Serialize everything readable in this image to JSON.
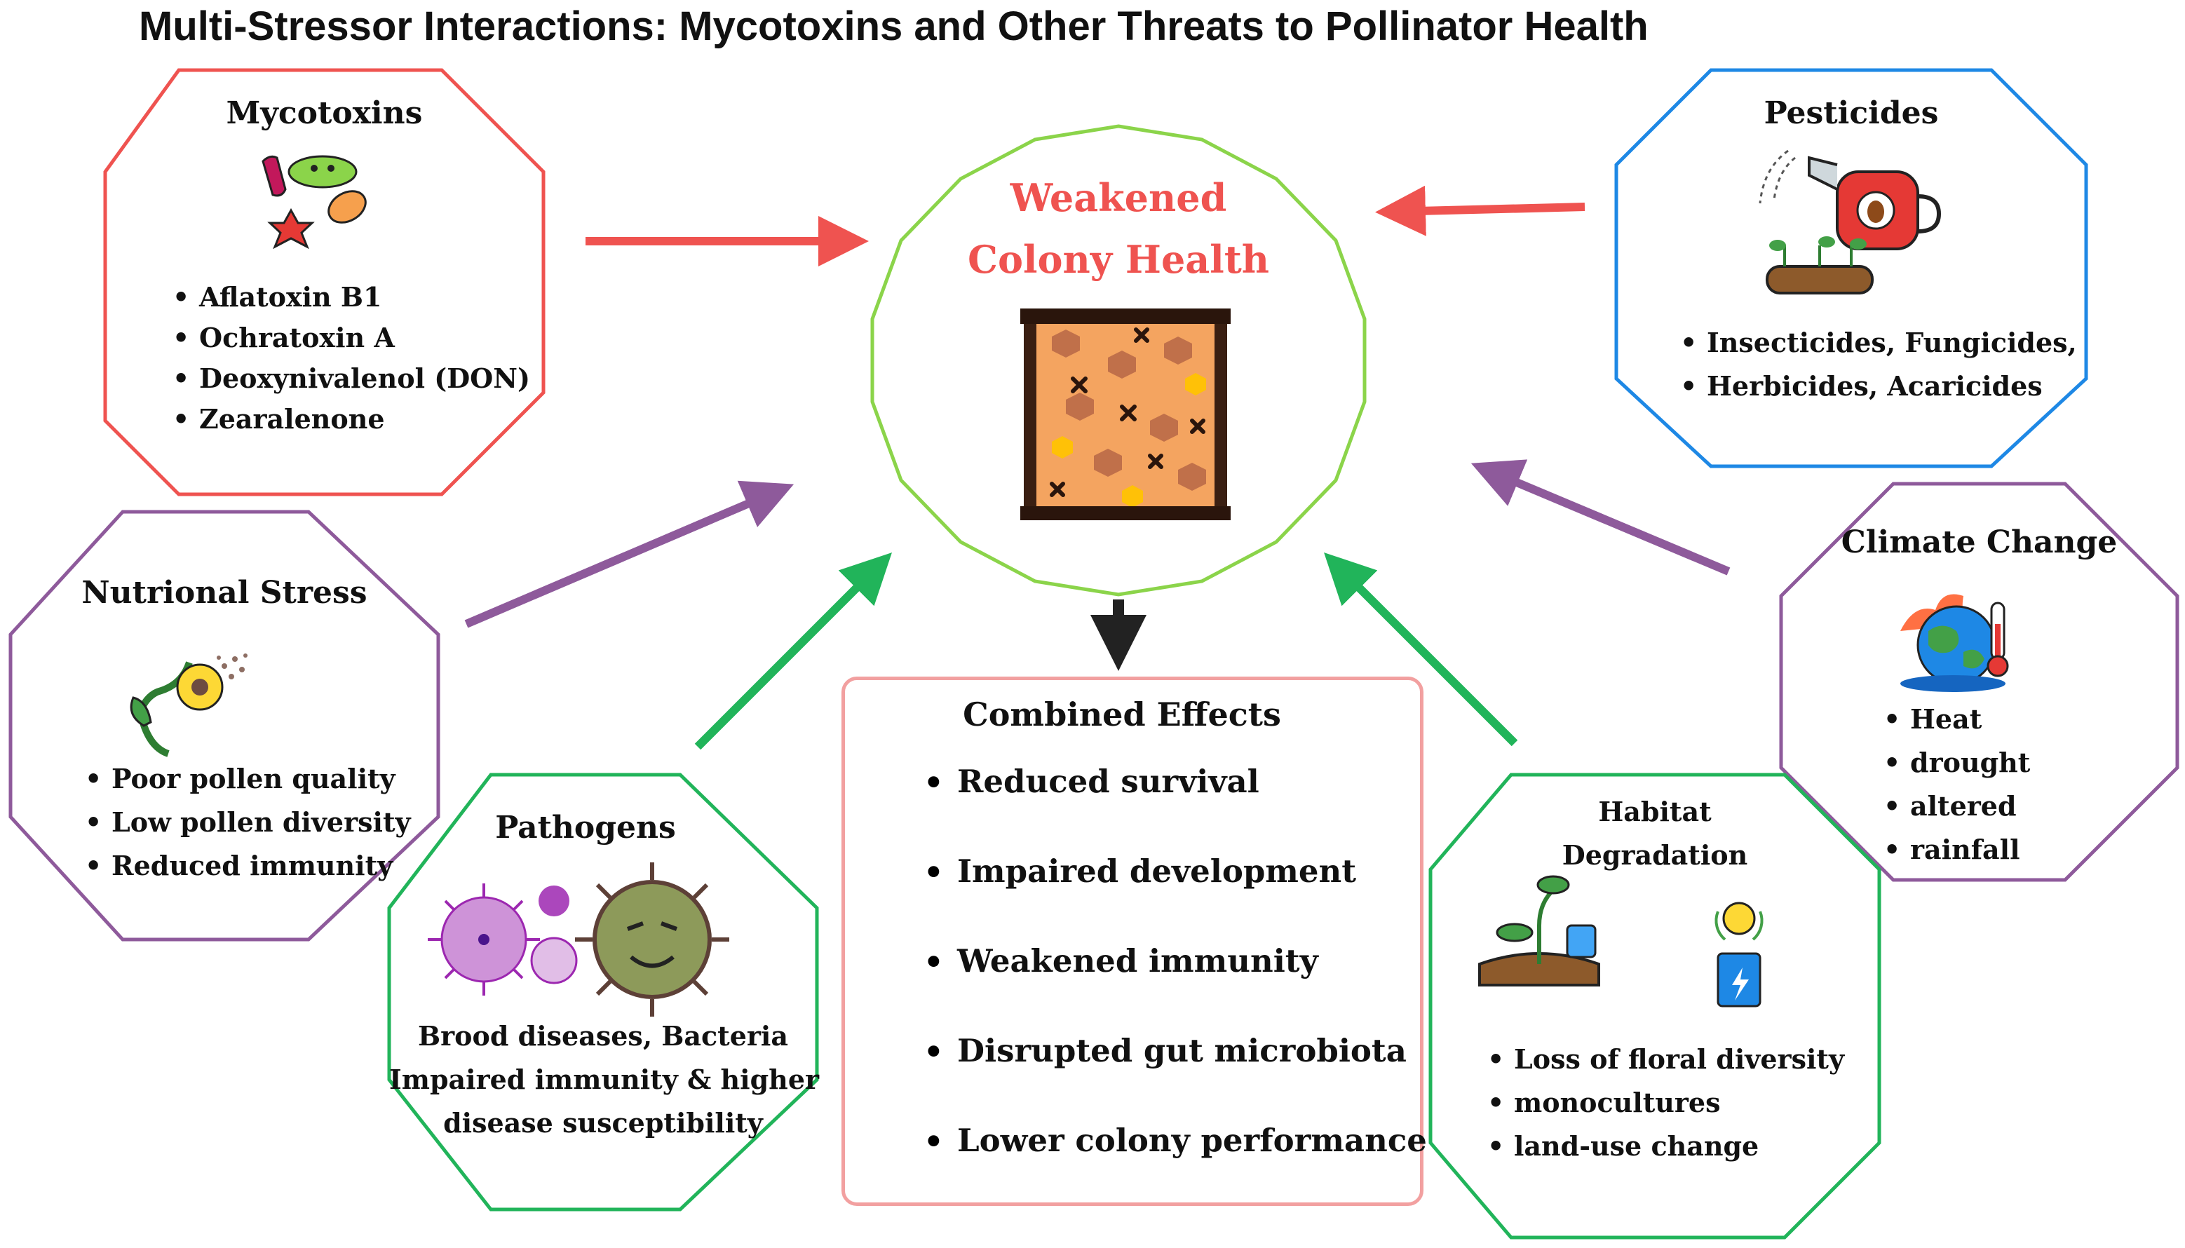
{
  "title": "Multi-Stressor Interactions: Mycotoxins and Other Threats to Pollinator Health",
  "center": {
    "line1": "Weakened",
    "line2": "Colony Health"
  },
  "mycotoxins": {
    "title": "Mycotoxins",
    "items": [
      "Aflatoxin B1",
      "Ochratoxin A",
      "Deoxynivalenol (DON)",
      "Zearalenone"
    ]
  },
  "pesticides": {
    "title": "Pesticides",
    "items": [
      "Insecticides, Fungicides,",
      "Herbicides, Acaricides"
    ]
  },
  "nutrition": {
    "title": "Nutrional Stress",
    "items": [
      "Poor pollen quality",
      "Low pollen diversity",
      "Reduced immunity"
    ]
  },
  "climate": {
    "title": "Climate Change",
    "items": [
      "Heat",
      "drought",
      "altered",
      "rainfall"
    ]
  },
  "pathogens": {
    "title": "Pathogens",
    "lines": [
      "Brood diseases, Bacteria",
      "Impaired immunity & higher",
      "disease susceptibility"
    ]
  },
  "habitat": {
    "title_line1": "Habitat",
    "title_line2": "Degradation",
    "items": [
      "Loss of floral diversity",
      "monocultures",
      "land-use change"
    ]
  },
  "effects": {
    "title": "Combined Effects",
    "items": [
      "Reduced survival",
      "Impaired development",
      "Weakened immunity",
      "Disrupted gut microbiota",
      "Lower colony performance"
    ]
  },
  "colors": {
    "red": "#ef5350",
    "blue": "#1e88e5",
    "purple": "#8e5a9b",
    "green": "#21b45a",
    "light_green": "#8bd44a",
    "pink_border": "#f2a0a0",
    "dark": "#222222"
  }
}
